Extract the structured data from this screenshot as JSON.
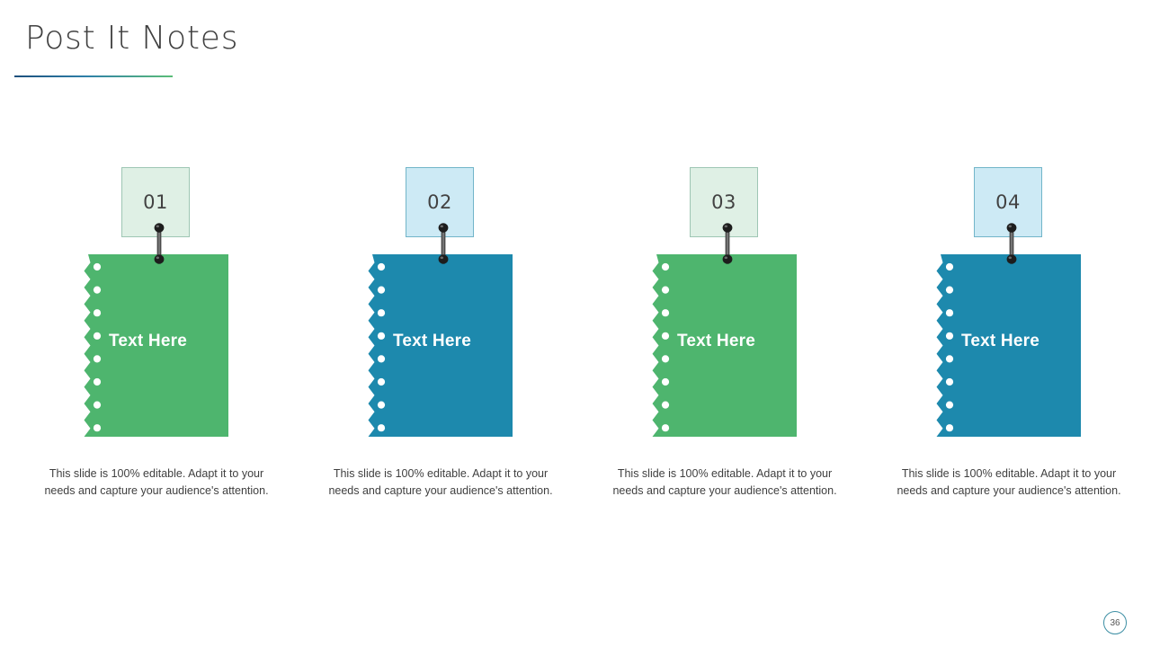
{
  "slide": {
    "title": "Post It Notes",
    "page_number": "36"
  },
  "theme": {
    "green": "#4eb56e",
    "teal": "#1d89ad",
    "green_light": "#dff0e5",
    "teal_light": "#cdeaf5",
    "green_border": "#9ec6b4",
    "teal_border": "#72b5c9",
    "title_color": "#3f3f3f",
    "caption_color": "#404040",
    "clip_color": "#1d1d1d",
    "rule_from": "#1c4f7c",
    "rule_to": "#5bbd78",
    "badge_border": "#3d8fa4"
  },
  "cards": [
    {
      "number": "01",
      "label": "Text Here",
      "color": "green",
      "caption": "This slide is 100% editable. Adapt it to your needs and capture your audience's attention."
    },
    {
      "number": "02",
      "label": "Text Here",
      "color": "teal",
      "caption": "This slide is 100% editable. Adapt it to your needs and capture your audience's attention."
    },
    {
      "number": "03",
      "label": "Text Here",
      "color": "green",
      "caption": "This slide is 100% editable. Adapt it to your needs and capture your audience's attention."
    },
    {
      "number": "04",
      "label": "Text Here",
      "color": "teal",
      "caption": "This slide is 100% editable. Adapt it to your needs and capture your audience's attention."
    }
  ]
}
